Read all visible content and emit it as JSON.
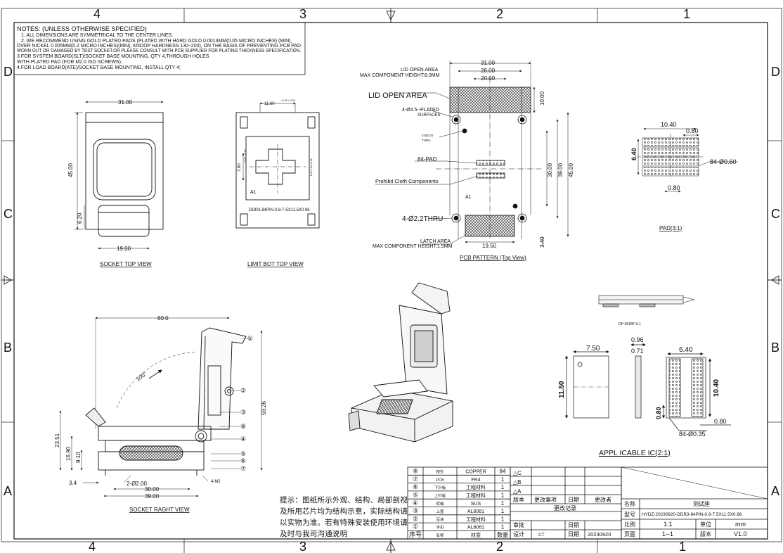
{
  "zones": {
    "top": [
      "4",
      "3",
      "2",
      "1"
    ],
    "bottom": [
      "4",
      "3",
      "2",
      "1"
    ],
    "left": [
      "D",
      "C",
      "B",
      "A"
    ],
    "right": [
      "D",
      "C",
      "B",
      "A"
    ]
  },
  "notes": {
    "title": "NOTES: (UNLESS OTHERWISE SPECIFIED)",
    "lines": [
      "1. ALL DIMENSIONS ARE SYMMETRICAL TO THE CENTER LINES.",
      "2. WE RECOMMEND USING GOLD PLATED PADS (PLATED WITH HARD GOLD 0.0013MM(0.05 MICRO INCHES) (MIN),",
      "OVER NICKEL 0.005MM(0.2 MICRO INCHES)(MIN), KNOOP HARDNESS 130~200), ON THE BASIS OF PREVENTING PCB PAD",
      "WORN OUT OR DAMAGED BY TEST SOCKET.OR PLEASE CONSULT WITH PCB SUPPLIER FOR PLATING THICKNESS SPECIFICATION.",
      "3.FOR SYSTEM BOARD(SLT)/SOCKET BASE MOUNTING, QTY 4,THROUGH HOLES",
      "WITH PLATED PAD (FOR M2.0 ISO SCREWS).",
      "4.FOR LOAD BOARD(ATE)/SOCKET BASE MOUNTING, INSTALL QTY 4;"
    ]
  },
  "socket_top": {
    "caption": "SOCKET TOP VIEW",
    "dim_width": "31.00",
    "dim_height": "45.00",
    "dim_latch": "6.20",
    "dim_bottom": "19.00"
  },
  "limit_bot": {
    "caption": "LIMIT BOT   TOP VIEW",
    "dim_top": "11.60",
    "dim_top_tol": "+0.05 / -0.00",
    "dim_side": "7.60",
    "dim_side_tol": "+0.05 / -0.00",
    "marker": "A1",
    "part_text": "DDR3-84PIN-0.8-7.5X11.5X0.96",
    "side_small": "PCS 5.00 ±0.05"
  },
  "pcb": {
    "caption": "PCB PATTERN (Top View)",
    "lid_open_area": "LID OPEN AREA",
    "max_comp_top": "MAX COMPONENT HEIGHT:8.0MM",
    "lid_open_area_big": "LID OPEN AREA",
    "plated": "4-Ø4.5--PLATED",
    "surfaces": "SURFACES",
    "small_hole": "2-Ø2.00",
    "thru": "THRU",
    "pad": "84-PAD",
    "prohibit": "Prohibit Cloth Components",
    "a1": "A1",
    "thru_holes": "4-Ø2.2THRU",
    "latch": "LATCH AREA",
    "max_comp_bottom": "MAX COMPONENT HEIGHT:1.5MM",
    "dim_31": "31.00",
    "dim_26": "26.00",
    "dim_20": "20.00",
    "dim_10": "10.00",
    "dim_30": "30.00",
    "dim_39": "39.00",
    "dim_45": "45.00",
    "dim_19_5": "19.50",
    "dim_3_4": "3.40"
  },
  "pad": {
    "caption": "PAD(3:1)",
    "dim_w": "10.40",
    "dim_pitch": "0.80",
    "dim_h": "6.40",
    "dim_holes": "84-Ø0.60",
    "dim_gap": "0.80"
  },
  "right_view": {
    "caption": "SOCKET RAGHT VIEW",
    "dim_width": "60.0",
    "dim_angle": "100°",
    "dim_height": "59.26",
    "dim_23": "23.51",
    "dim_16": "16.90",
    "dim_9": "9.10",
    "dim_3_4": "3.4",
    "dim_hole": "2-Ø2.00",
    "dim_30": "30.00",
    "dim_39": "39.00",
    "dim_m2": "4-M2",
    "balloons": [
      "①",
      "②",
      "③",
      "④",
      "⑤",
      "⑥",
      "⑦",
      "⑧"
    ]
  },
  "dp_label": "DP-051BF-6.1",
  "ic": {
    "caption": "APPL ICABLE IC(2:1)",
    "dim_7_5": "7.50",
    "dim_11_5": "11.50",
    "dim_0_96": "0.96",
    "dim_0_71": "0.71",
    "dim_6_4": "6.40",
    "dim_10_4": "10.40",
    "dim_0_8a": "0.80",
    "dim_0_8b": "0.80",
    "dim_balls": "84-Ø0.35"
  },
  "hint_text": "提示：图纸所示外观、结构、局部剖视及所用芯片均为结构示意，实际结构请以实物为准。若有特殊安装使用环境请及时与我司沟通说明",
  "bom": {
    "rows": [
      {
        "no": "⑧",
        "name": "探针",
        "material": "COPPER",
        "qty": "84"
      },
      {
        "no": "⑦",
        "name": "PCB",
        "material": "FR4",
        "qty": "1"
      },
      {
        "no": "⑥",
        "name": "下针板",
        "material": "工程材料",
        "qty": "1"
      },
      {
        "no": "⑤",
        "name": "上针板",
        "material": "工程材料",
        "qty": "1"
      },
      {
        "no": "④",
        "name": "转轴",
        "material": "SUS",
        "qty": "1"
      },
      {
        "no": "③",
        "name": "上盖",
        "material": "AL6061",
        "qty": "1"
      },
      {
        "no": "②",
        "name": "压块",
        "material": "工程材料",
        "qty": "1"
      },
      {
        "no": "①",
        "name": "手扣",
        "material": "AL6061",
        "qty": "1"
      }
    ],
    "footer": {
      "no": "序号",
      "name": "名称",
      "material": "材质",
      "qty": "数量"
    }
  },
  "revision": {
    "marks": [
      "△C",
      "△B",
      "△A"
    ],
    "head": [
      "版本",
      "更改事项",
      "日期",
      "更改者"
    ],
    "record": "更改记录"
  },
  "approval": {
    "review": "审批",
    "design": "设计",
    "designer": "CT",
    "date_label": "日期",
    "date_label2": "日期",
    "date": "20230920"
  },
  "title_block": {
    "name_label": "名称",
    "name": "测试座",
    "model_label": "型号",
    "model": "HYDZ-20230920-DDR3-84PIN-0.8-7.5X11.5X0.96",
    "scale_label": "比例",
    "scale": "1:1",
    "unit_label": "单位",
    "unit": "mm",
    "page_label": "页面",
    "page": "1--1",
    "version_label": "版本",
    "version": "V1.0"
  }
}
